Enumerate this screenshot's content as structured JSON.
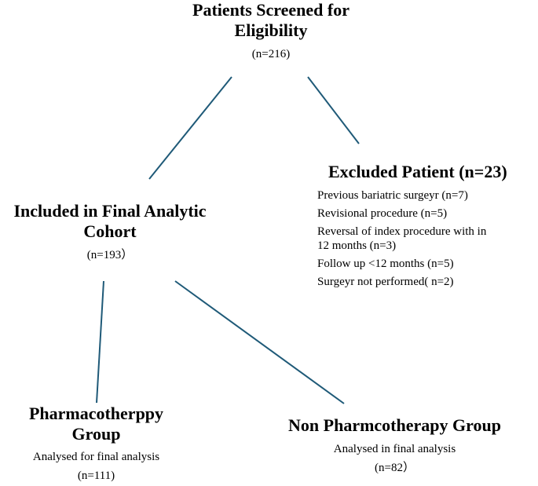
{
  "screened": {
    "title_line1": "Patients Screened for",
    "title_line2": "Eligibility",
    "count": "(n=216)"
  },
  "excluded": {
    "title": "Excluded Patient (n=23)",
    "reasons": [
      "Previous bariatric surgeyr (n=7)",
      "Revisional procedure (n=5)",
      "Reversal of index procedure with in",
      "12 months (n=3)",
      "Follow up <12 months (n=5)",
      "Surgeyr not performed( n=2)"
    ]
  },
  "included": {
    "title_line1": "Included in Final Analytic",
    "title_line2": "Cohort",
    "count": "(n=193）"
  },
  "pharmaco": {
    "title_line1": "Pharmacotherppy",
    "title_line2": "Group",
    "note": "Analysed for final analysis",
    "count": "(n=111)"
  },
  "nonpharmaco": {
    "title": "Non Pharmcotherapy Group",
    "note": "Analysed in final analysis",
    "count": "(n=82）"
  },
  "colors": {
    "connector": "#1f5a78"
  }
}
